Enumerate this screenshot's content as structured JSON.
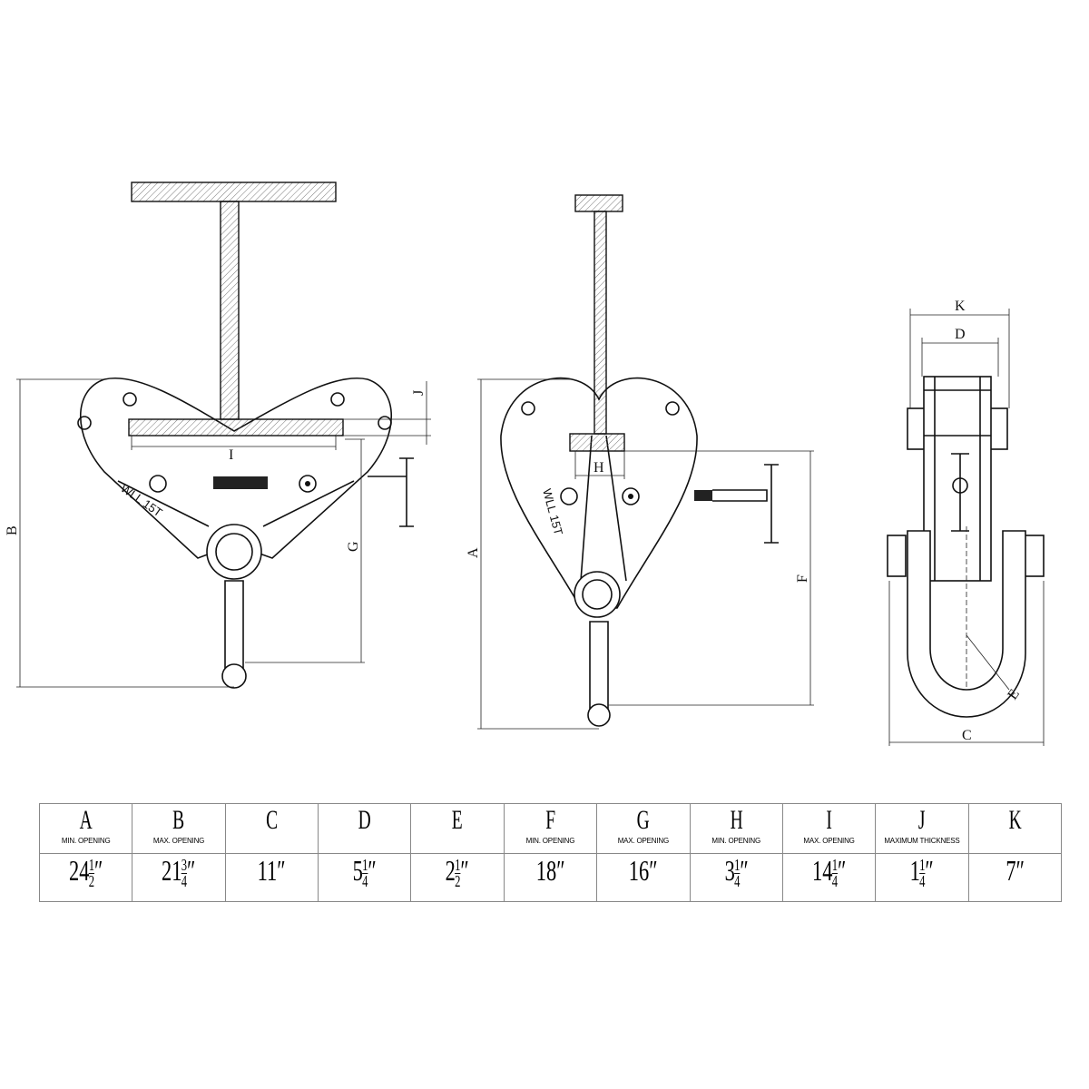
{
  "drawing": {
    "labels": {
      "A": "A",
      "B": "B",
      "C": "C",
      "D": "D",
      "E": "E",
      "F": "F",
      "G": "G",
      "H": "H",
      "I": "I",
      "J": "J",
      "K": "K"
    },
    "wll_marking": "WLL 15T"
  },
  "spec_table": {
    "columns": [
      {
        "letter": "A",
        "note": "MIN. OPENING",
        "whole": "24",
        "num": "1",
        "den": "2",
        "unit": "″"
      },
      {
        "letter": "B",
        "note": "MAX. OPENING",
        "whole": "21",
        "num": "3",
        "den": "4",
        "unit": "″"
      },
      {
        "letter": "C",
        "note": "",
        "whole": "11",
        "num": "",
        "den": "",
        "unit": "″"
      },
      {
        "letter": "D",
        "note": "",
        "whole": "5",
        "num": "1",
        "den": "4",
        "unit": "″"
      },
      {
        "letter": "E",
        "note": "",
        "whole": "2",
        "num": "1",
        "den": "2",
        "unit": "″"
      },
      {
        "letter": "F",
        "note": "MIN. OPENING",
        "whole": "18",
        "num": "",
        "den": "",
        "unit": "″"
      },
      {
        "letter": "G",
        "note": "MAX. OPENING",
        "whole": "16",
        "num": "",
        "den": "",
        "unit": "″"
      },
      {
        "letter": "H",
        "note": "MIN. OPENING",
        "whole": "3",
        "num": "1",
        "den": "4",
        "unit": "″"
      },
      {
        "letter": "I",
        "note": "MAX. OPENING",
        "whole": "14",
        "num": "1",
        "den": "4",
        "unit": "″"
      },
      {
        "letter": "J",
        "note": "MAXIMUM THICKNESS",
        "whole": "1",
        "num": "1",
        "den": "4",
        "unit": "″"
      },
      {
        "letter": "K",
        "note": "",
        "whole": "7",
        "num": "",
        "den": "",
        "unit": "″"
      }
    ]
  }
}
